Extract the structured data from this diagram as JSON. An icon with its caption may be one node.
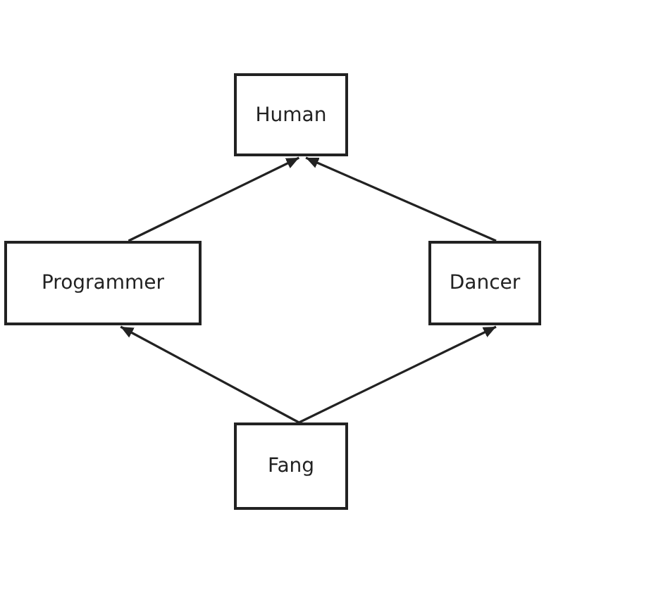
{
  "diagram": {
    "nodes": [
      {
        "text": [
          "Human"
        ]
      },
      {
        "text": [
          "Programmer"
        ]
      },
      {
        "text": [
          "Dancer"
        ]
      },
      {
        "text": [
          "Fang"
        ]
      }
    ],
    "edges": [
      {
        "from": 1,
        "to": 0,
        "arrow": "to"
      },
      {
        "from": 2,
        "to": 0,
        "arrow": "to"
      },
      {
        "from": 3,
        "to": 1,
        "arrow": "to"
      },
      {
        "from": 3,
        "to": 2,
        "arrow": "to"
      }
    ]
  }
}
